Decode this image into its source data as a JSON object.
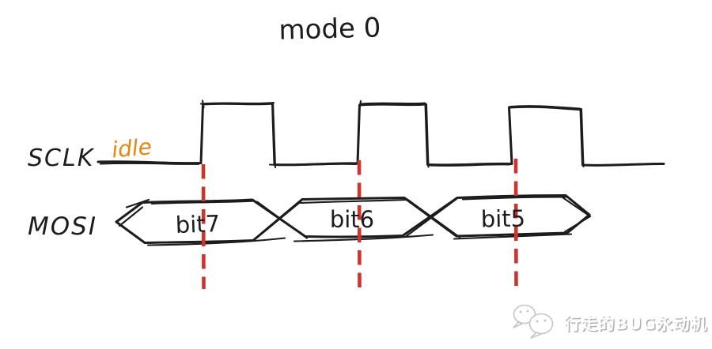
{
  "title": "mode 0",
  "sclk": {
    "label": "SCLK",
    "idle_note": "idle"
  },
  "mosi": {
    "label": "MOSI",
    "bits": [
      "bit7",
      "bit6",
      "bit5"
    ]
  },
  "sample_markers": {
    "count": 3,
    "style": "red dashed vertical lines at rising clock edges"
  },
  "watermark": {
    "text": "行走的BUG永动机",
    "icon": "wechat-icon"
  },
  "colors": {
    "ink": "#1c1c1c",
    "idle_note": "#e8860f",
    "marker": "#cd352c",
    "watermark": "#bdbdbd",
    "background": "#ffffff"
  }
}
